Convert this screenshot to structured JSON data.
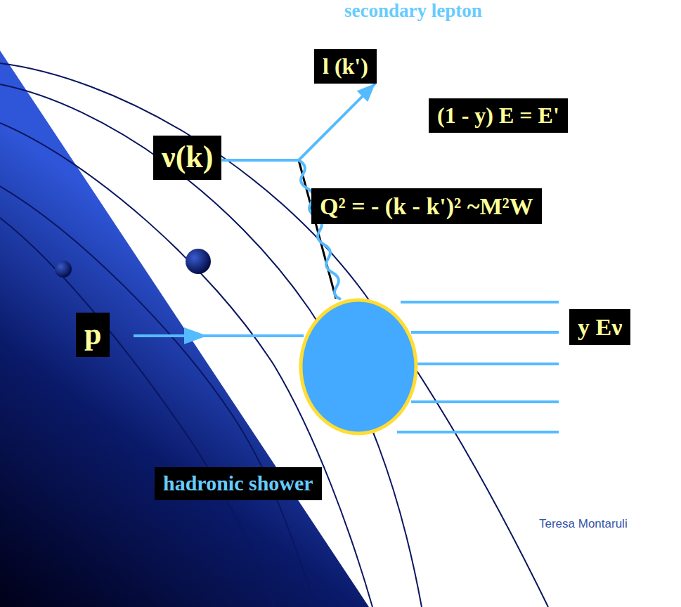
{
  "diagram": {
    "nodes": [
      {
        "text": [
          "l (k')"
        ]
      },
      {
        "text": [
          "(1 - y) E = E'"
        ]
      },
      {
        "text": [
          "ν(k)"
        ]
      },
      {
        "text": [
          "Q² = - (k - k')² ~M²W"
        ]
      },
      {
        "text": [
          "p"
        ]
      },
      {
        "text": [
          "y Eν"
        ]
      },
      {
        "text": [
          "hadronic shower"
        ]
      }
    ],
    "edges": [
      {
        "from": 2,
        "to": 0,
        "arrow": "to"
      }
    ],
    "labels": [
      "secondary lepton",
      "Teresa Montaruli"
    ]
  }
}
